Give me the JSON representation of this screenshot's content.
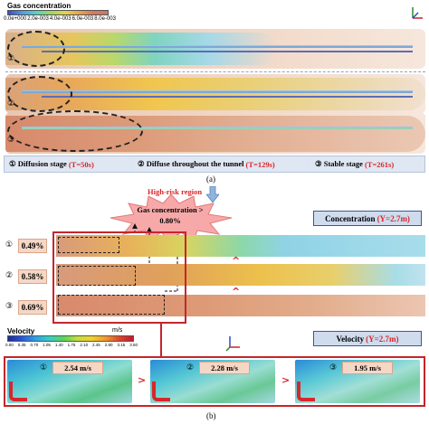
{
  "panel_a": {
    "colorbar": {
      "title": "Gas concentration",
      "ticks": [
        "0.0e+000",
        "2.0e-003",
        "4.0e-003",
        "6.0e-003",
        "8.0e-003"
      ]
    },
    "row_numbers": [
      "①",
      "②",
      "③"
    ],
    "stages": [
      {
        "label": "① Diffusion stage",
        "time": "(T=50s)"
      },
      {
        "label": "② Diffuse throughout the tunnel",
        "time": "(T=129s)"
      },
      {
        "label": "③ Stable stage",
        "time": "(T=261s)"
      }
    ],
    "caption": "(a)"
  },
  "panel_b": {
    "high_risk_label": "High-risk region",
    "threshold_text": "Gas concentration > 0.80%",
    "concentration_title": {
      "label": "Concentration",
      "value": "(Y=2.7m)"
    },
    "rows": [
      {
        "num": "①",
        "pct": "0.49%"
      },
      {
        "num": "②",
        "pct": "0.58%"
      },
      {
        "num": "③",
        "pct": "0.69%"
      }
    ],
    "compare_symbols": [
      "^",
      "^"
    ],
    "velocity_colorbar": {
      "title": "Velocity",
      "unit": "m/s",
      "ticks": [
        "0.00",
        "0.35",
        "0.70",
        "1.05",
        "1.40",
        "1.75",
        "2.10",
        "2.45",
        "2.80",
        "3.15",
        "3.50"
      ]
    },
    "velocity_title": {
      "label": "Velocity",
      "value": "(Y=2.7m)"
    },
    "velocity_panels": [
      {
        "num": "①",
        "speed": "2.54 m/s"
      },
      {
        "num": "②",
        "speed": "2.28 m/s"
      },
      {
        "num": "③",
        "speed": "1.95 m/s"
      }
    ],
    "gt_symbols": [
      ">",
      ">"
    ],
    "caption": "(b)"
  },
  "colors": {
    "accent_red": "#d8262a",
    "frame_red": "#c4262a",
    "title_box_bg": "#cfdcee"
  }
}
